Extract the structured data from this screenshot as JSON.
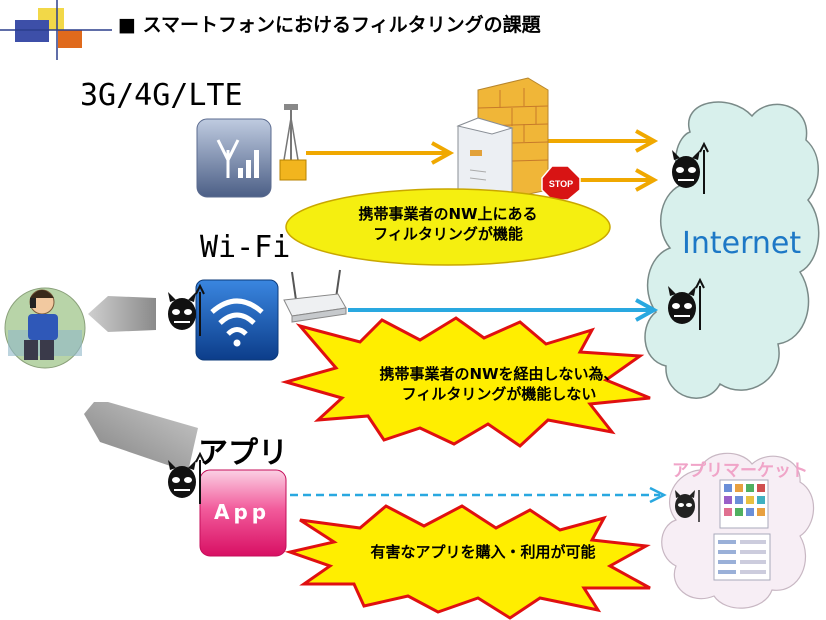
{
  "title": {
    "marker": "■",
    "text": "スマートフォンにおけるフィルタリングの課題"
  },
  "channels": {
    "mobile": "3G/4G/LTE",
    "wifi": "Wi-Fi",
    "app": "アプリ"
  },
  "callouts": {
    "carrier_filter_line1": "携帯事業者のNW上にある",
    "carrier_filter_line2": "フィルタリングが機能",
    "wifi_bypass_line1": "携帯事業者のNWを経由しない為、",
    "wifi_bypass_line2": "フィルタリングが機能しない",
    "app_risk": "有害なアプリを購入・利用が可能"
  },
  "internet_label": "Internet",
  "app_market_label": "アプリマーケット",
  "app_icon_label": "App",
  "stop_sign": "STOP",
  "colors": {
    "orange_arrow": "#f0a800",
    "blue_arrow": "#29a8e0",
    "yellow_callout": "#f5ef10",
    "burst_fill": "#ffee00",
    "burst_stroke": "#e01010",
    "cloud_fill": "#d8f0ec",
    "market_cloud": "#f7eef5",
    "wifi_tile": "#1f63b8",
    "app_tile": "#e8307a"
  }
}
